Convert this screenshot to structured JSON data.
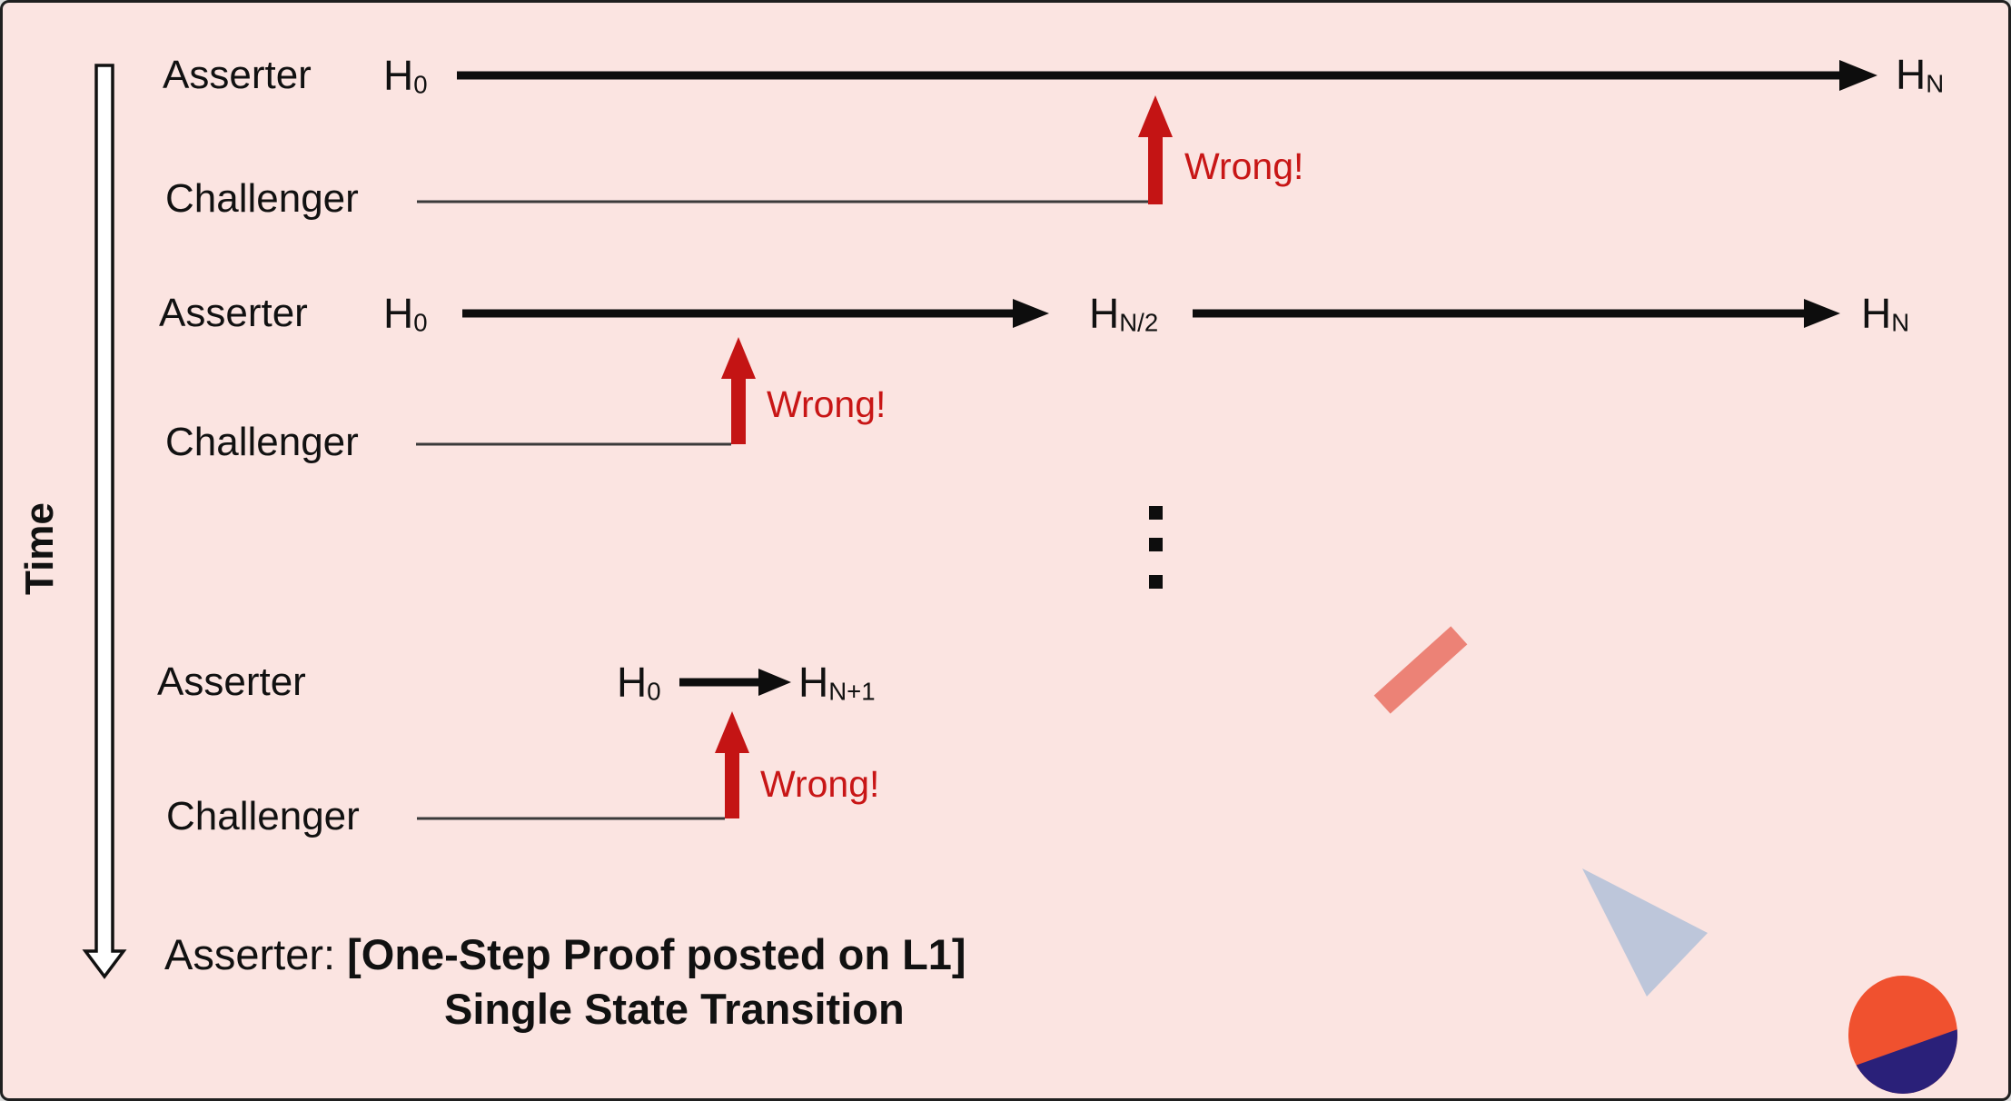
{
  "diagram": {
    "time_axis": {
      "label": "Time"
    },
    "rounds": [
      {
        "asserter_label": "Asserter",
        "challenger_label": "Challenger",
        "start_hash": {
          "base": "H",
          "sub": "0"
        },
        "end_hash": {
          "base": "H",
          "sub": "N"
        },
        "wrong_label": "Wrong!"
      },
      {
        "asserter_label": "Asserter",
        "challenger_label": "Challenger",
        "start_hash": {
          "base": "H",
          "sub": "0"
        },
        "mid_hash": {
          "base": "H",
          "sub": "N/2"
        },
        "end_hash": {
          "base": "H",
          "sub": "N"
        },
        "wrong_label": "Wrong!"
      },
      {
        "asserter_label": "Asserter",
        "challenger_label": "Challenger",
        "start_hash": {
          "base": "H",
          "sub": "0"
        },
        "end_hash": {
          "base": "H",
          "sub": "N+1"
        },
        "wrong_label": "Wrong!"
      }
    ],
    "ellipsis_dots": 3,
    "footer": {
      "prefix": "Asserter: ",
      "bold_text": "[One-Step Proof posted on L1]",
      "second_line": "Single State Transition"
    },
    "colors": {
      "background": "#fbe4e1",
      "ink": "#111111",
      "wrong_red": "#c81616",
      "challenger_line": "#3a3a3a",
      "decor_salmon": "#ec8276",
      "decor_triangle": "#bdc6da",
      "decor_circle_orange": "#f0512f",
      "decor_circle_navy": "#2a2079"
    }
  }
}
